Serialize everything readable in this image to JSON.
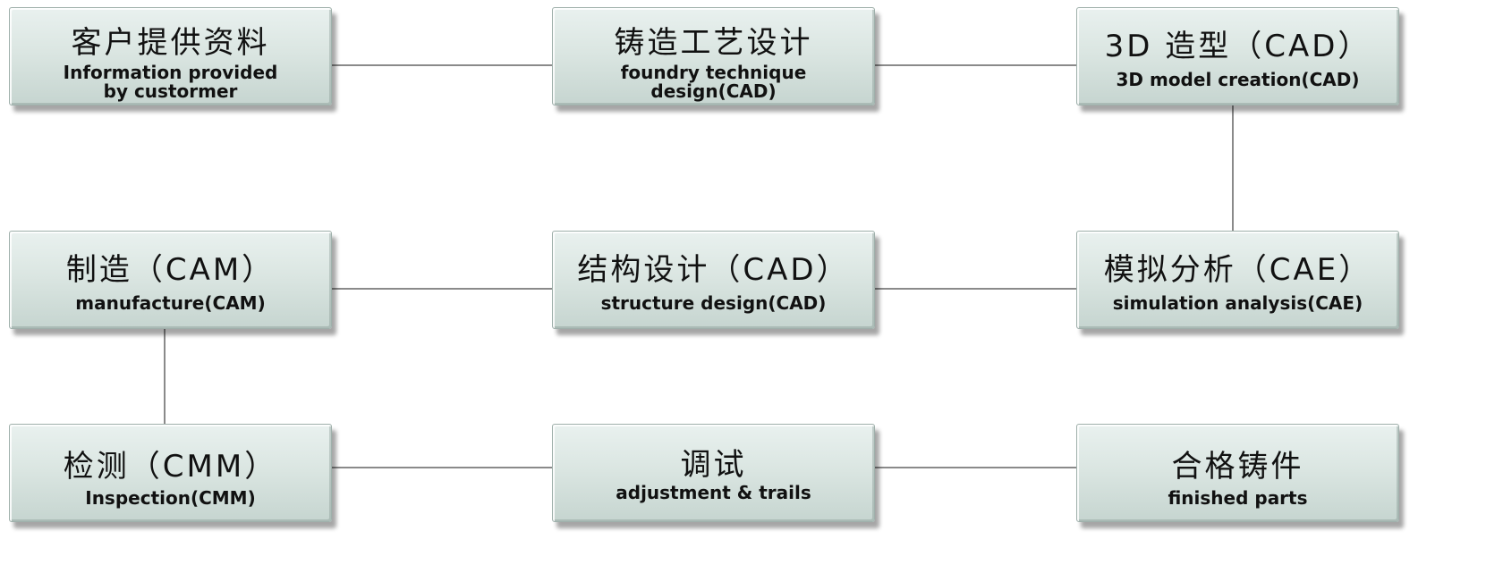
{
  "flow": {
    "step_customer_info": {
      "zh": "客户提供资料",
      "en": "Information provided\nby custormer"
    },
    "step_foundry_design": {
      "zh": "铸造工艺设计",
      "en": "foundry technique\ndesign(CAD)"
    },
    "step_3d_model": {
      "zh": "3D 造型（CAD）",
      "en": "3D model creation(CAD)"
    },
    "step_manufacture": {
      "zh": "制造（CAM）",
      "en": "manufacture(CAM)"
    },
    "step_structure": {
      "zh": "结构设计（CAD）",
      "en": "structure design(CAD)"
    },
    "step_simulation": {
      "zh": "模拟分析（CAE）",
      "en": "simulation analysis(CAE)"
    },
    "step_inspection": {
      "zh": "检测（CMM）",
      "en": "Inspection(CMM)"
    },
    "step_adjustment": {
      "zh": "调试",
      "en": "adjustment & trails"
    },
    "step_finished": {
      "zh": "合格铸件",
      "en": "finished parts"
    }
  }
}
